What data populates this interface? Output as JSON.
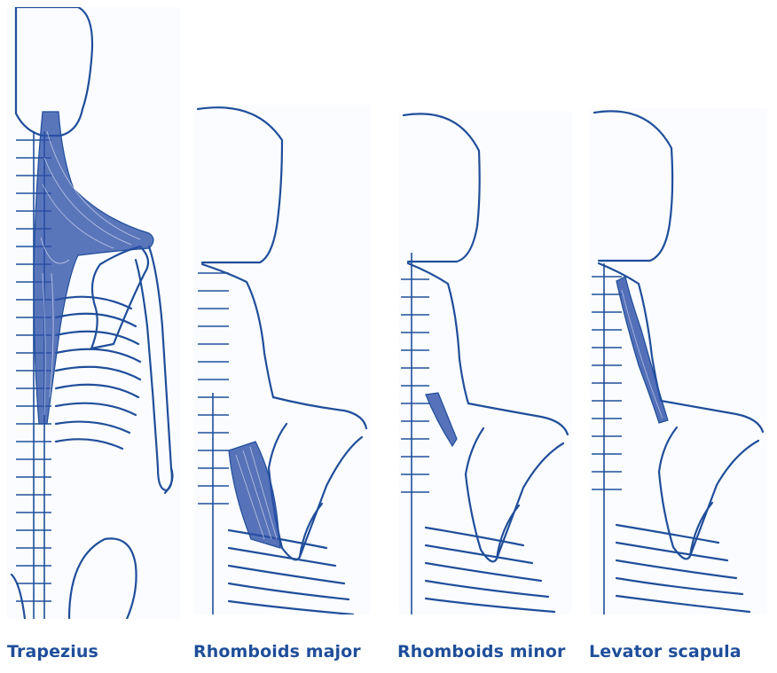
{
  "figure": {
    "panels": [
      {
        "muscle": "trapezius",
        "label": "Trapezius"
      },
      {
        "muscle": "rhomboids-major",
        "label": "Rhomboids major"
      },
      {
        "muscle": "rhomboids-minor",
        "label": "Rhomboids minor"
      },
      {
        "muscle": "levator-scapula",
        "label": "Levator scapula"
      }
    ],
    "colors": {
      "outline": "#1f4e9a",
      "muscle_fill": "#2d4fa8",
      "label": "#1f4e9a",
      "background": "#ffffff"
    }
  }
}
